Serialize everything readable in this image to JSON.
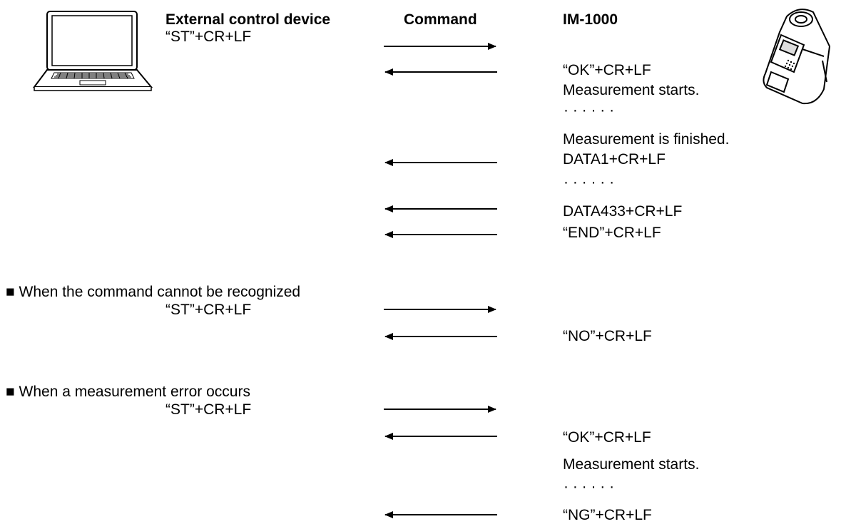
{
  "headers": {
    "external": "External control device",
    "command": "Command",
    "device": "IM-1000"
  },
  "section1": {
    "send": "“ST”+CR+LF",
    "ok": "“OK”+CR+LF",
    "meas_start": "Measurement starts.",
    "dots1": "· · · · · ·",
    "meas_finished": "Measurement is finished.",
    "data1": "DATA1+CR+LF",
    "dots2": "· · · · · ·",
    "data433": "DATA433+CR+LF",
    "end": "“END”+CR+LF"
  },
  "section2": {
    "heading": "■ When the command cannot be recognized",
    "send": "“ST”+CR+LF",
    "reply": "“NO”+CR+LF"
  },
  "section3": {
    "heading": "■ When a measurement error occurs",
    "send": "“ST”+CR+LF",
    "ok": "“OK”+CR+LF",
    "meas_start": "Measurement starts.",
    "dots": "· · · · · ·",
    "reply": "“NG”+CR+LF"
  },
  "icons": [
    "laptop-icon",
    "im-1000-meter-icon"
  ]
}
